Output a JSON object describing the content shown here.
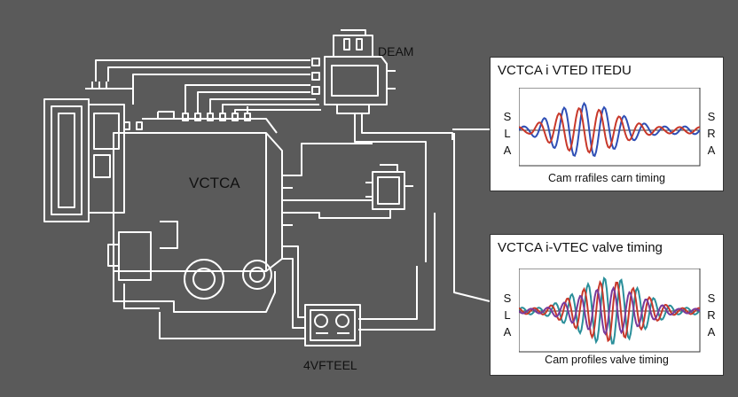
{
  "labels": {
    "main_unit": "VCTCA",
    "top_module": "DEAM",
    "bottom_module": "4VFTEEL"
  },
  "panels": [
    {
      "title": "VCTCA i VTED ITEDU",
      "left_letters": [
        "S",
        "L",
        "A"
      ],
      "right_letters": [
        "S",
        "R",
        "A"
      ],
      "caption": "Cam rrafiles carn timing"
    },
    {
      "title": "VCTCA i-VTEC valve timing",
      "left_letters": [
        "S",
        "L",
        "A"
      ],
      "right_letters": [
        "S",
        "R",
        "A"
      ],
      "caption": "Cam profiles valve timing"
    }
  ],
  "colors": {
    "background": "#5a5a5a",
    "line": "#ffffff",
    "wave_blue": "#2f4fb5",
    "wave_red": "#c8382a",
    "wave_purple": "#7a3a9a",
    "wave_teal": "#2a8f9a"
  }
}
